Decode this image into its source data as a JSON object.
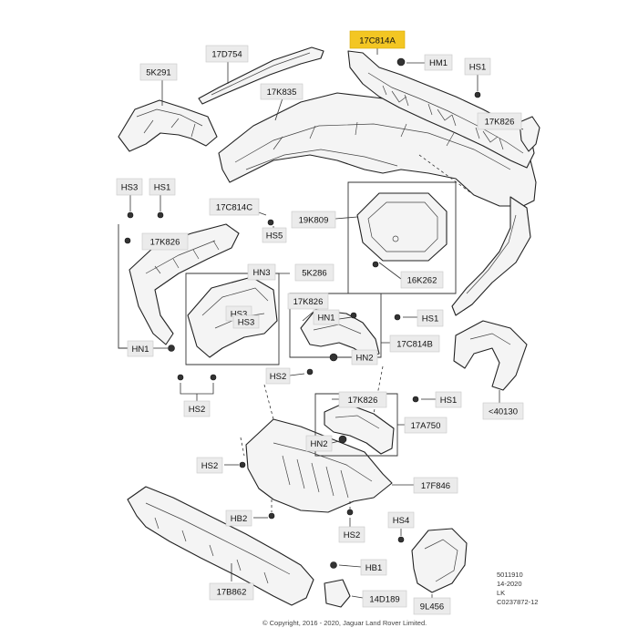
{
  "diagram": {
    "labels": {
      "17C814A": "17C814A",
      "HM1_top": "HM1",
      "HS1_top": "HS1",
      "17D754": "17D754",
      "5K291": "5K291",
      "17K835": "17K835",
      "17K826_right": "17K826",
      "HS3_left": "HS3",
      "HS1_left": "HS1",
      "17C814C": "17C814C",
      "HS5": "HS5",
      "19K809": "19K809",
      "17K826_left": "17K826",
      "HN3": "HN3",
      "5K286": "5K286",
      "16K262": "16K262",
      "HS3_mid": "HS3",
      "HS3_mid2": "HS3",
      "17K826_mid": "17K826",
      "HN1_mid": "HN1",
      "HS1_mid": "HS1",
      "17C814B": "17C814B",
      "HN1_left": "HN1",
      "HN2_mid": "HN2",
      "HS2_mid": "HS2",
      "HS2_left": "HS2",
      "17K826_low": "17K826",
      "HS1_low": "HS1",
      "40130": "<40130",
      "17A750": "17A750",
      "HN2_low": "HN2",
      "HS2_low": "HS2",
      "17F846": "17F846",
      "HB2": "HB2",
      "HS2_bottom": "HS2",
      "HS4": "HS4",
      "HB1": "HB1",
      "17B862": "17B862",
      "14D189": "14D189",
      "9L456": "9L456"
    },
    "highlight_color": "#f3c623",
    "label_bg_color": "#ebebeb"
  },
  "reference": {
    "line1": "5011910",
    "line2": "14-2020",
    "line3": "LK",
    "line4": "C0237872-12"
  },
  "copyright": "© Copyright, 2016 - 2020, Jaguar Land Rover Limited."
}
